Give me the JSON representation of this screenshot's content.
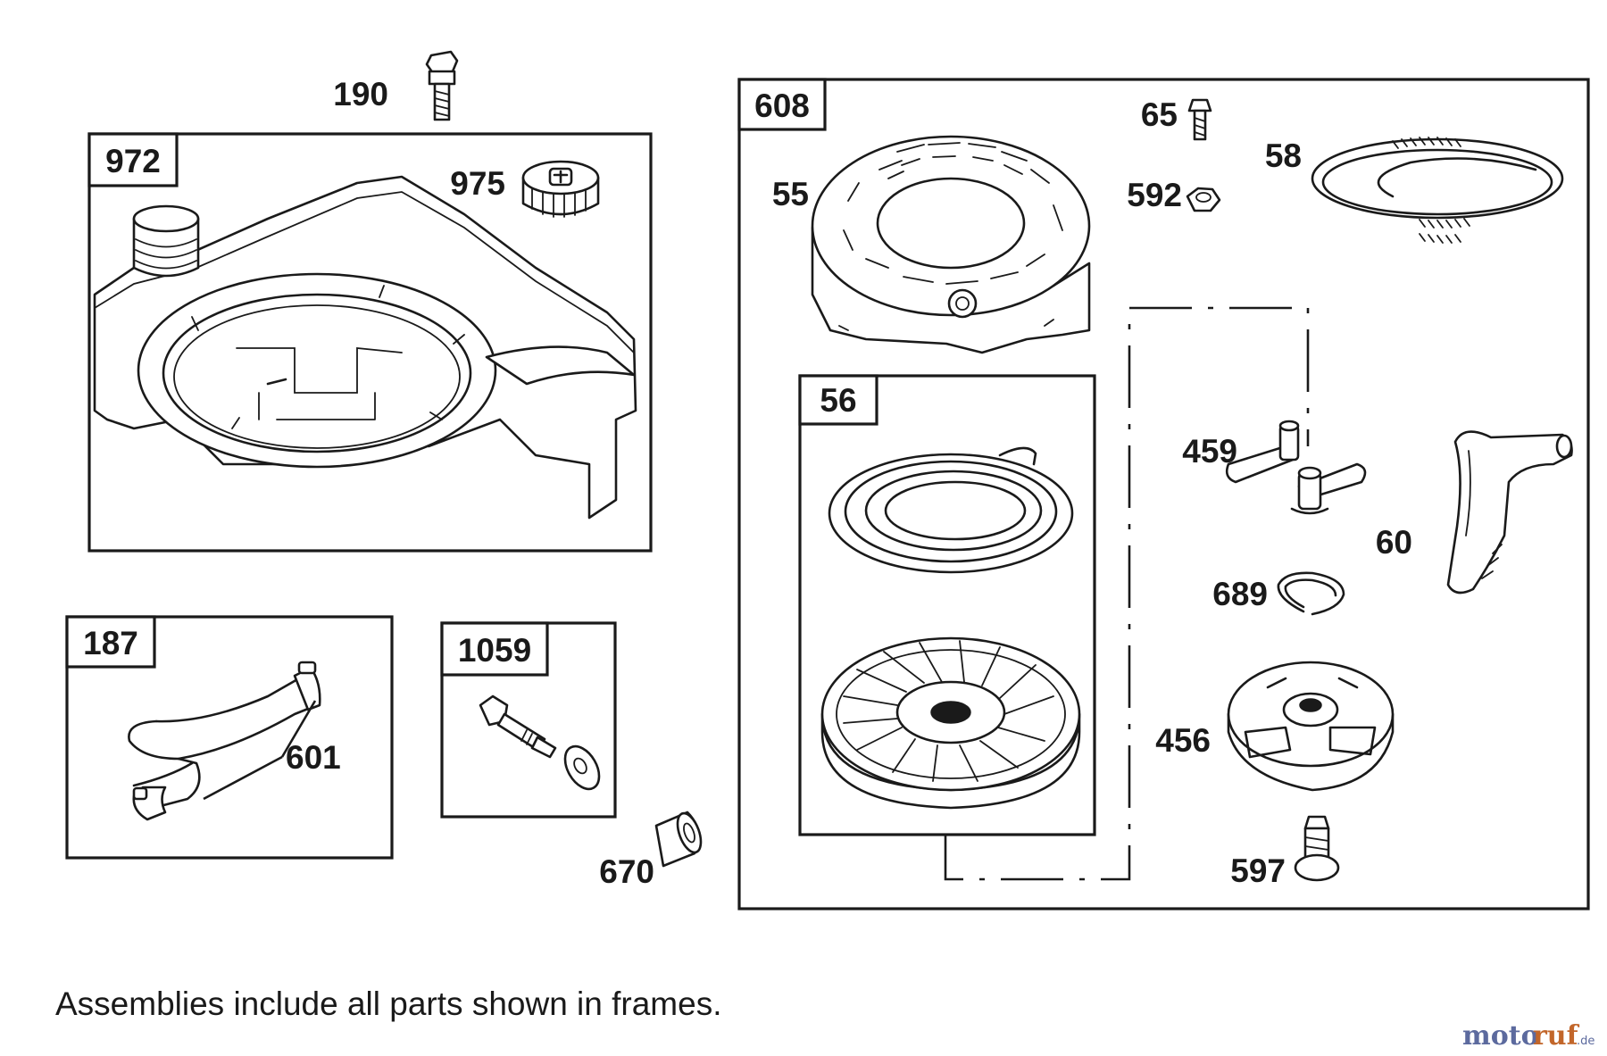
{
  "labels": {
    "p190": "190",
    "p972": "972",
    "p975": "975",
    "p608": "608",
    "p65": "65",
    "p58": "58",
    "p55": "55",
    "p592": "592",
    "p56": "56",
    "p459": "459",
    "p60": "60",
    "p689": "689",
    "p456": "456",
    "p597": "597",
    "p187": "187",
    "p601": "601",
    "p1059": "1059",
    "p670": "670"
  },
  "caption": "Assemblies include all parts shown in frames.",
  "watermark": {
    "part1": "moto",
    "part2": "ruf",
    "suffix": ".de"
  },
  "colors": {
    "line": "#1a1a1a",
    "watermark_blue": "#5c6a9e",
    "watermark_orange": "#c2662a"
  }
}
